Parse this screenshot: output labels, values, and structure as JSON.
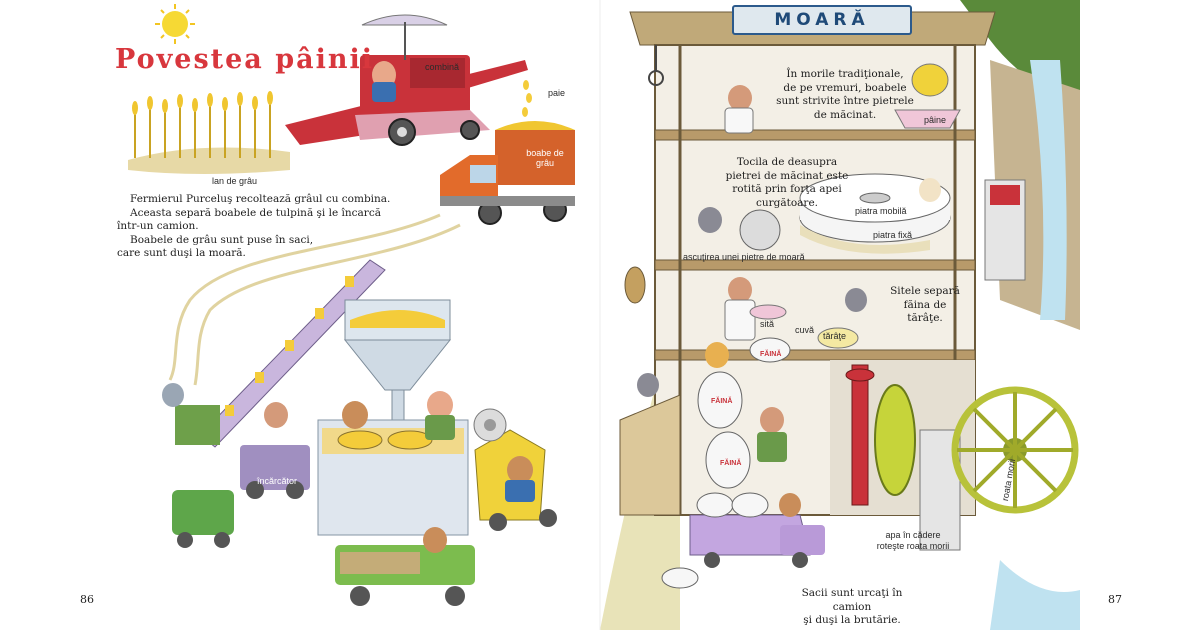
{
  "left_page": {
    "title": "Povestea pâinii",
    "labels": {
      "combina": "combină",
      "paie": "paie",
      "boabe_de_grau": "boabe de grâu",
      "lan_de_grau": "lan de grâu",
      "incarcator": "încărcător"
    },
    "paragraphs": [
      "Fermierul Purceluş recoltează grâul cu combina.",
      "Aceasta separă boabele de tulpină şi le încarcă",
      "într-un camion.",
      "Boabele de grâu sunt puse în saci,",
      "care sunt duşi la moară."
    ],
    "page_number": "86"
  },
  "right_page": {
    "sign": "MOARĂ",
    "floor1_text": [
      "În morile tradiţionale,",
      "de pe vremuri, boabele",
      "sunt strivite între pietrele",
      "de măcinat."
    ],
    "floor2_text": [
      "Tocila de deasupra",
      "pietrei de măcinat este",
      "rotită prin forţa apei",
      "curgătoare."
    ],
    "floor3_text": [
      "Sitele separă",
      "făina de tărâţe."
    ],
    "bottom_text": [
      "Sacii sunt urcaţi în camion",
      "şi duşi la brutărie."
    ],
    "labels": {
      "paine": "pâine",
      "piatra_mobila": "piatra mobilă",
      "piatra_fixa": "piatra fixă",
      "ascutirea": "ascuţirea unei pietre de moară",
      "sita": "sită",
      "cuva": "cuvă",
      "tarate": "tărâţe",
      "faina": "FĂINĂ",
      "roata_morii": "roata morii",
      "apa_in_cadere": [
        "apa în cădere",
        "roteşte roata morii"
      ]
    },
    "page_number": "87"
  }
}
